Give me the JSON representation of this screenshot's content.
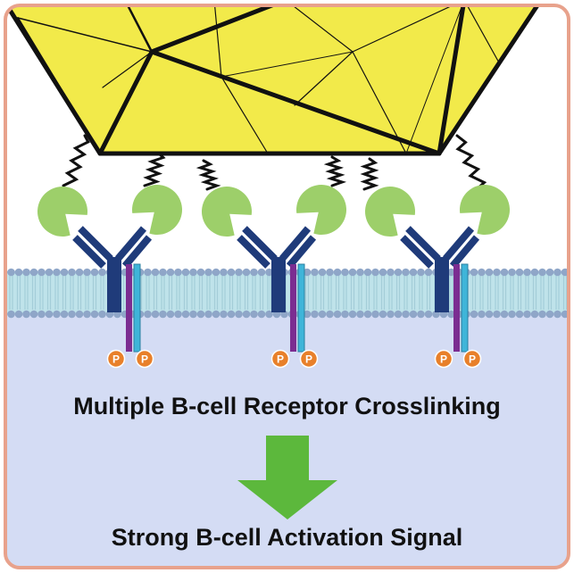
{
  "figure": {
    "top_caption": "Multiple B-cell Receptor Crosslinking",
    "bottom_caption": "Strong B-cell Activation Signal",
    "phosphate_label": "P",
    "receptor_count": 3
  },
  "colors": {
    "frame_border": "#e8a28c",
    "cytoplasm": "#d4dcf4",
    "membrane_head": "#8fa6c8",
    "membrane_tail": "#bfe3ea",
    "antigen_face": "#f2ea4a",
    "antigen_edge": "#111111",
    "antigen_binder": "#9dcf6a",
    "antibody_chain": "#1f3b7a",
    "signal_chain_a": "#7b2d91",
    "signal_chain_b": "#3fb5d9",
    "phosphate": "#e8802a",
    "arrow": "#5cb83c"
  }
}
